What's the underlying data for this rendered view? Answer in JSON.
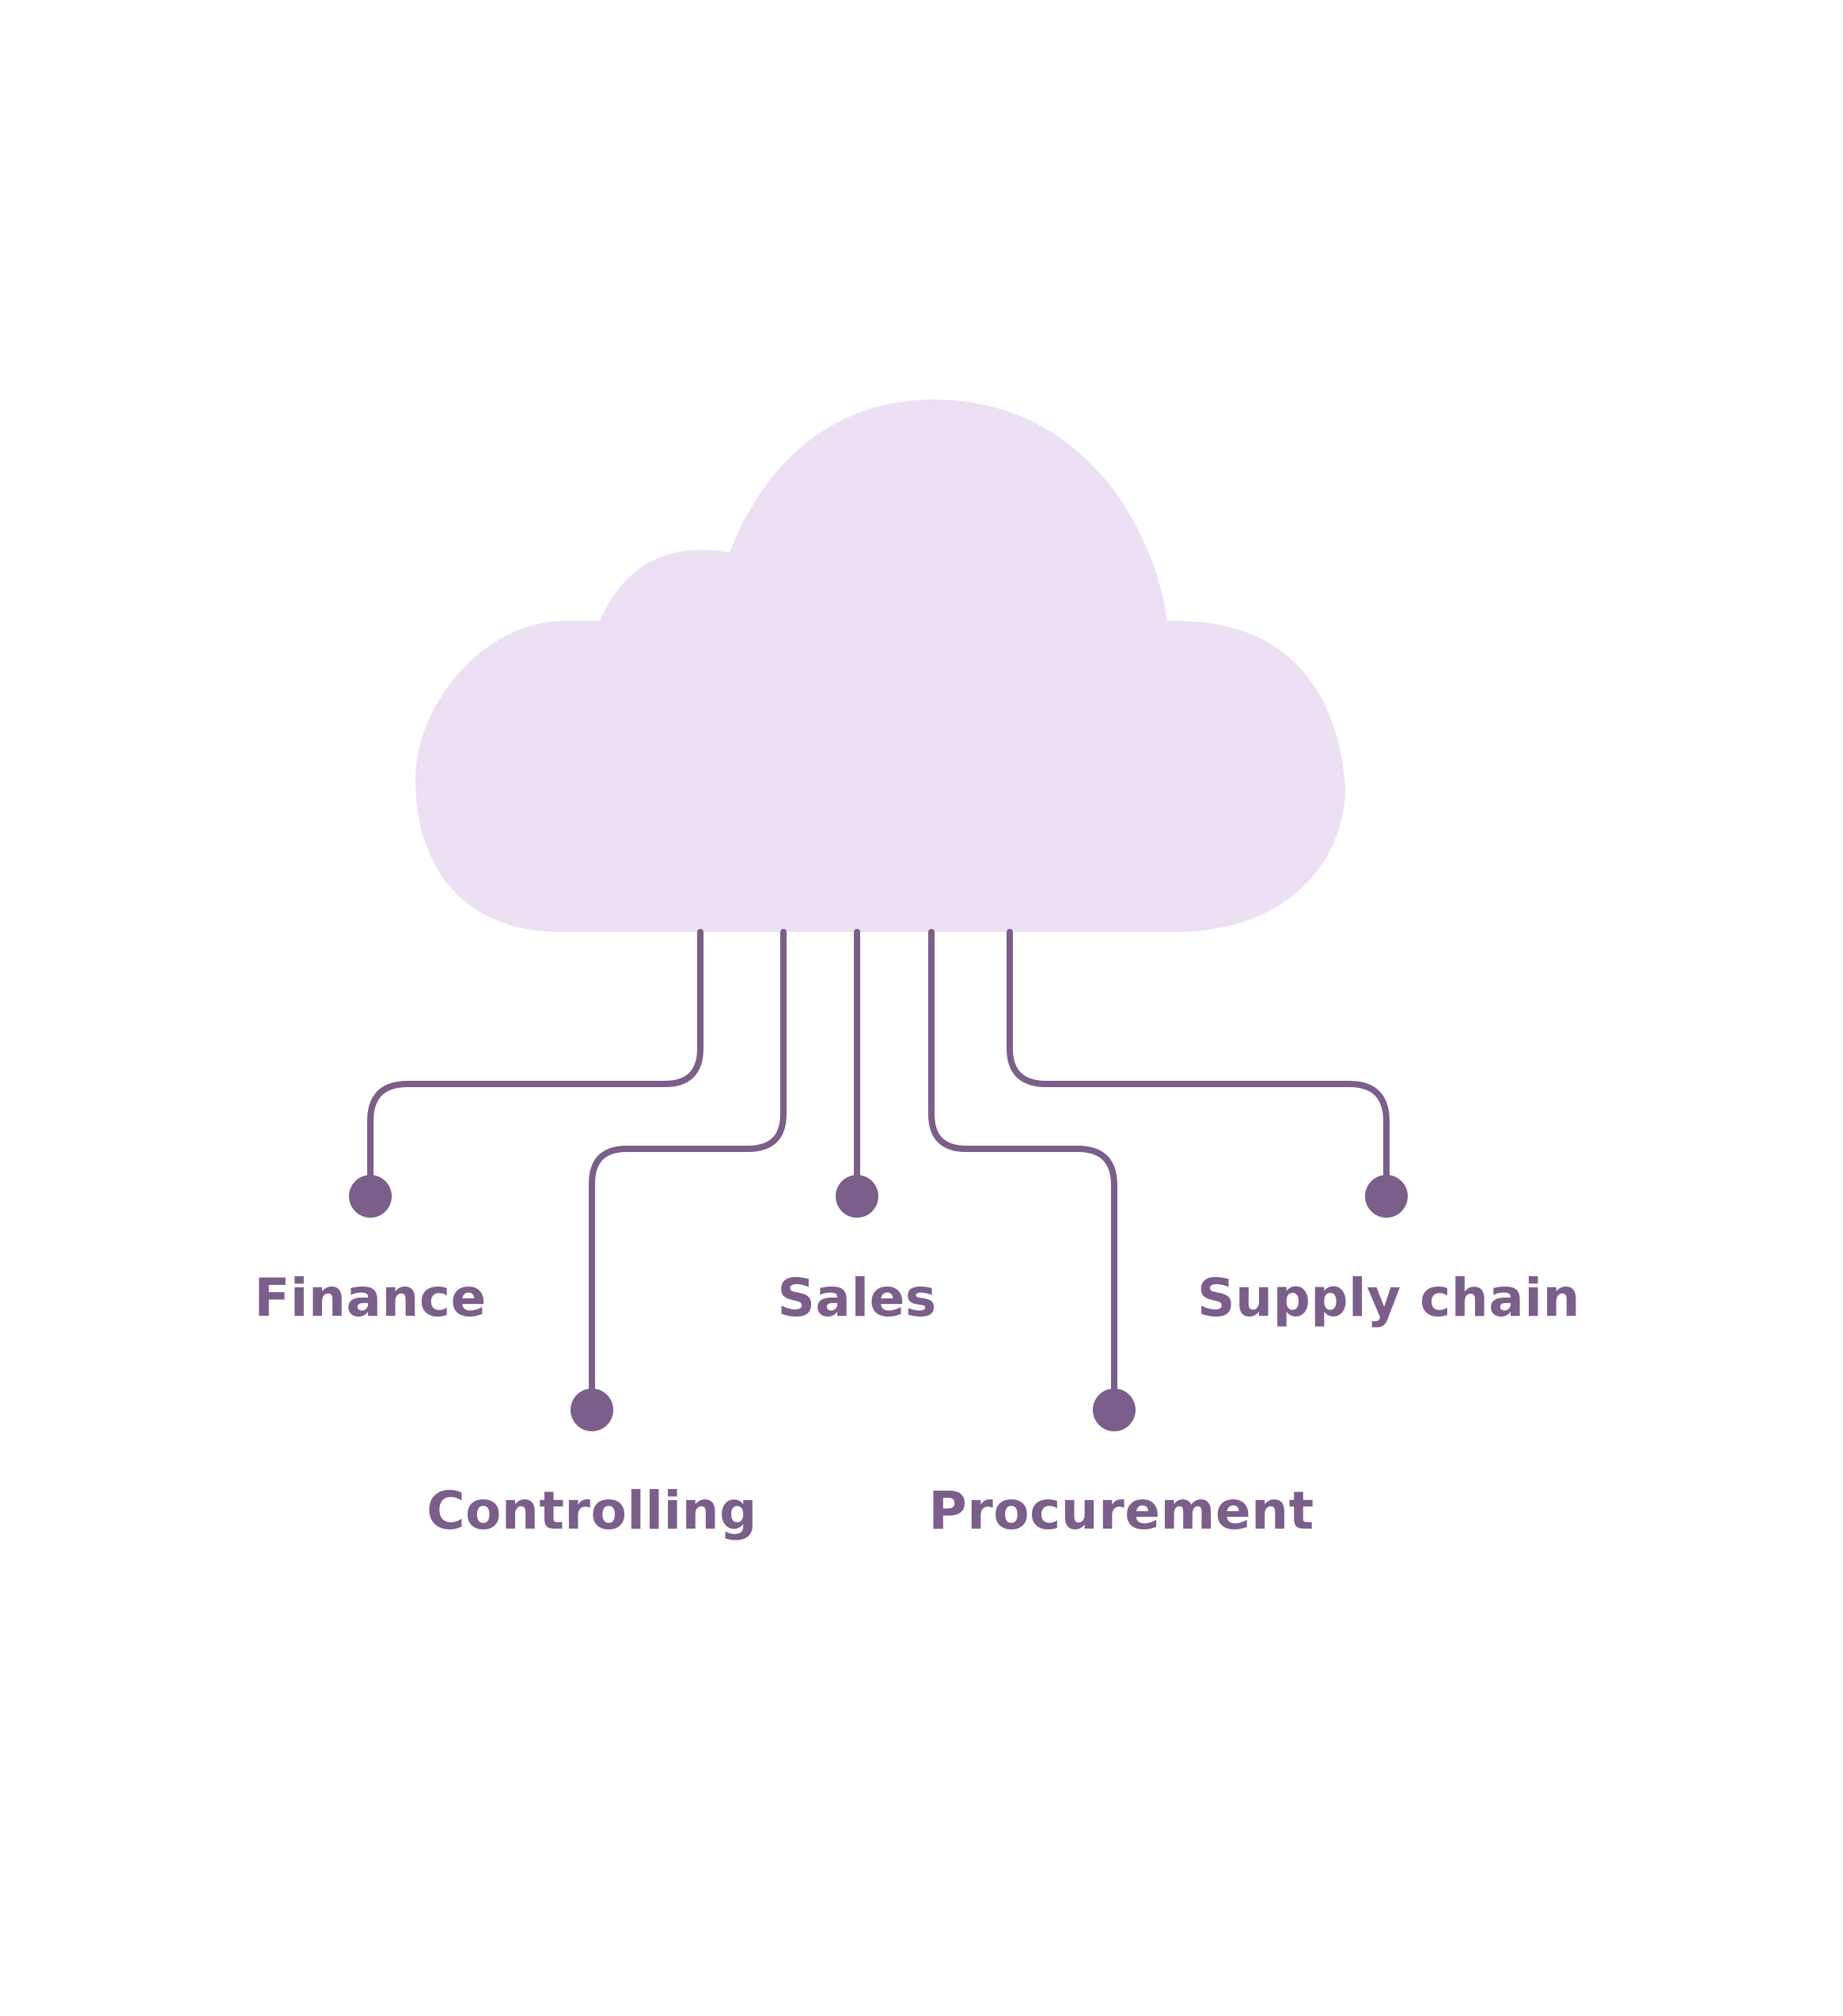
{
  "colors": {
    "background": "#ffffff",
    "cloud_fill": "#ecdff4",
    "connector": "#7b5e8a"
  },
  "diagram": {
    "hub_icon": "cloud-icon",
    "nodes": [
      {
        "id": "finance",
        "label": "Finance"
      },
      {
        "id": "controlling",
        "label": "Controlling"
      },
      {
        "id": "sales",
        "label": "Sales"
      },
      {
        "id": "procurement",
        "label": "Procurement"
      },
      {
        "id": "supply-chain",
        "label": "Supply chain"
      }
    ]
  }
}
